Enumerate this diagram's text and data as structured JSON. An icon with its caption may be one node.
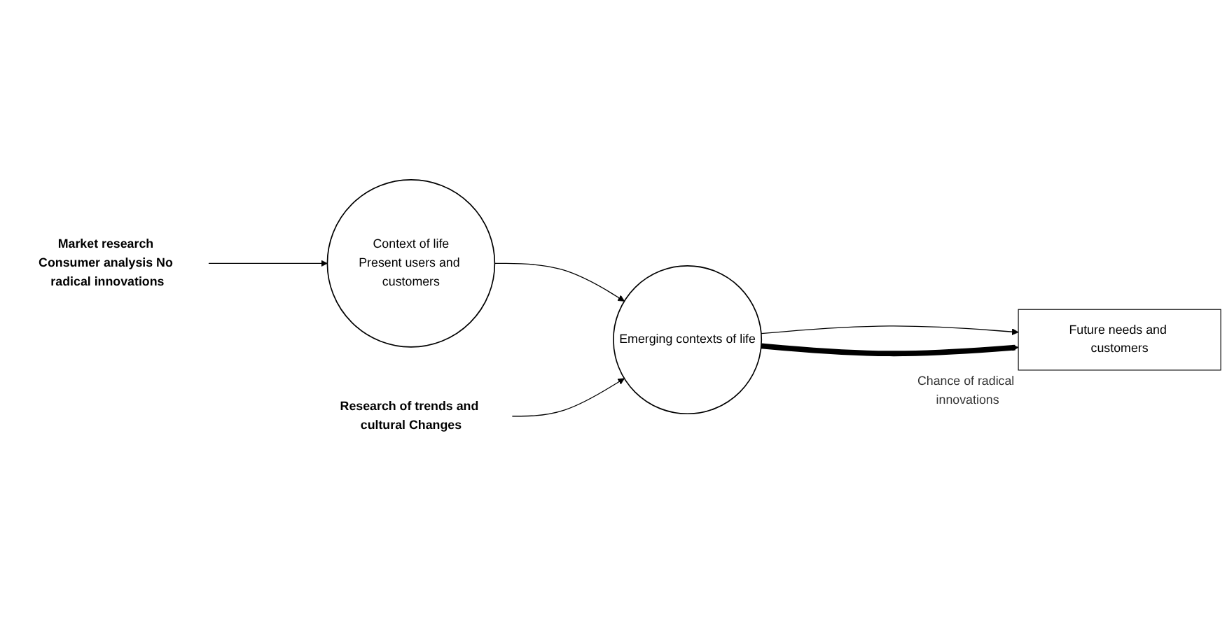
{
  "diagram": {
    "nodes": [
      {
        "text": [
          "Context of life",
          "Present users and customers"
        ]
      },
      {
        "text": [
          "Emerging contexts of life"
        ]
      },
      {
        "text": [
          "Future needs and customers"
        ]
      },
      {
        "text": [
          "Market research Consumer analysis No radical innovations"
        ]
      },
      {
        "text": [
          "Research of trends and cultural Changes"
        ]
      }
    ],
    "edges": [
      {
        "from": 0,
        "to": 1,
        "arrow": "to"
      },
      {
        "from": 1,
        "to": 2,
        "arrow": "to"
      },
      {
        "from": 3,
        "to": 0,
        "arrow": "to"
      },
      {
        "from": 4,
        "to": 1,
        "arrow": "to"
      },
      {
        "from": 1,
        "to": 2,
        "arrow": "to",
        "style": "thick",
        "label": "Chance of radical innovations"
      }
    ]
  }
}
